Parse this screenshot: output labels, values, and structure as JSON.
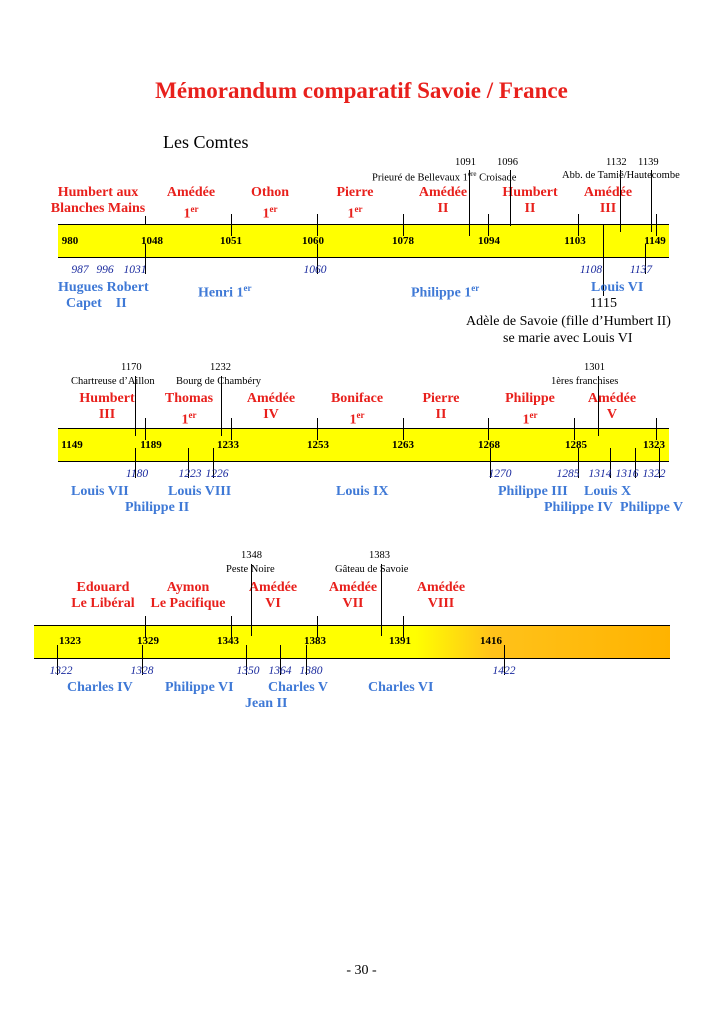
{
  "title": "Mémorandum comparatif Savoie / France",
  "subtitle": "Les Comtes",
  "footer": "- 30 -",
  "colors": {
    "savoie": "#e8201c",
    "france": "#3f79d6",
    "france_years": "#1a2a9e",
    "bar": "#ffff00",
    "bar_end": "#ffb300"
  },
  "row1": {
    "years": [
      "980",
      "1048",
      "1051",
      "1060",
      "1078",
      "1094",
      "1103",
      "1149"
    ],
    "savoie": {
      "humbert_l1": "Humbert aux",
      "humbert_l2": "Blanches Mains",
      "amedee1_name": "Amédée",
      "amedee1_num": "1",
      "amedee1_sup": "er",
      "othon_name": "Othon",
      "othon_num": "1",
      "othon_sup": "er",
      "pierre_name": "Pierre",
      "pierre_num": "1",
      "pierre_sup": "er",
      "amedee2_name": "Amédée",
      "amedee2_num": "II",
      "humbert2_name": "Humbert",
      "humbert2_num": "II",
      "amedee3_name": "Amédée",
      "amedee3_num": "III"
    },
    "events": {
      "y1091": "1091",
      "y1096": "1096",
      "y1132": "1132",
      "y1139": "1139",
      "prieure": "Prieuré de Bellevaux 1",
      "prieure_sup": "ère",
      "croisade": "Croisade",
      "abbayes": "Abb. de Tamié/Hautecombe"
    },
    "france_years": [
      "987",
      "996",
      "1031",
      "1060",
      "1108",
      "1137"
    ],
    "france": {
      "hugues_l1": "Hugues Robert",
      "hugues_l2": "Capet    II",
      "henri": "Henri 1",
      "henri_sup": "er",
      "philippe": "Philippe 1",
      "philippe_sup": "er",
      "louis6": "Louis VI"
    },
    "note_year": "1115",
    "note_l1": "Adèle de Savoie (fille d’Humbert II)",
    "note_l2": "se marie avec Louis VI"
  },
  "row2": {
    "years": [
      "1149",
      "1189",
      "1233",
      "1253",
      "1263",
      "1268",
      "1285",
      "1323"
    ],
    "savoie": {
      "humbert3_name": "Humbert",
      "humbert3_num": "III",
      "thomas_name": "Thomas",
      "thomas_num": "1",
      "thomas_sup": "er",
      "amedee4_name": "Amédée",
      "amedee4_num": "IV",
      "boniface_name": "Boniface",
      "boniface_num": "1",
      "boniface_sup": "er",
      "pierre2_name": "Pierre",
      "pierre2_num": "II",
      "philippe1_name": "Philippe",
      "philippe1_num": "1",
      "philippe1_sup": "er",
      "amedee5_name": "Amédée",
      "amedee5_num": "V"
    },
    "events": {
      "y1170": "1170",
      "aillon": "Chartreuse d’Aillon",
      "y1232": "1232",
      "chambery": "Bourg de Chambéry",
      "y1301": "1301",
      "franchises": "1ères franchises"
    },
    "france_years": [
      "1180",
      "1223",
      "1226",
      "1270",
      "1285",
      "1314",
      "1316",
      "1322"
    ],
    "france": {
      "louis7": "Louis VII",
      "louis8": "Louis VIII",
      "louis9": "Louis IX",
      "philippe3": "Philippe III",
      "louisx": "Louis X",
      "philippe2": "Philippe II",
      "philippe4": "Philippe IV",
      "philippe5": "Philippe V"
    }
  },
  "row3": {
    "years": [
      "1323",
      "1329",
      "1343",
      "1383",
      "1391",
      "1416"
    ],
    "savoie": {
      "edouard_l1": "Edouard",
      "edouard_l2": "Le Libéral",
      "aymon_l1": "Aymon",
      "aymon_l2": "Le Pacifique",
      "amedee6_name": "Amédée",
      "amedee6_num": "VI",
      "amedee7_name": "Amédée",
      "amedee7_num": "VII",
      "amedee8_name": "Amédée",
      "amedee8_num": "VIII"
    },
    "events": {
      "y1348": "1348",
      "peste": "Peste Noire",
      "y1383": "1383",
      "gateau": "Gâteau de Savoie"
    },
    "france_years": [
      "1322",
      "1328",
      "1350",
      "1364",
      "1380",
      "1422"
    ],
    "france": {
      "charles4": "Charles IV",
      "philippe6": "Philippe VI",
      "charles5": "Charles V",
      "charles6": "Charles VI",
      "jean2": "Jean II"
    }
  }
}
